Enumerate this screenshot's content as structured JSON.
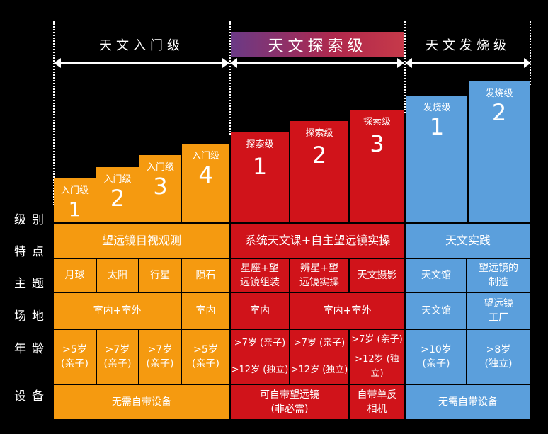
{
  "levels": {
    "beginner": "天文入门级",
    "explore": "天文探索级",
    "fever": "天文发烧级"
  },
  "steps": {
    "beginner": [
      {
        "label": "入门级",
        "num": "1"
      },
      {
        "label": "入门级",
        "num": "2"
      },
      {
        "label": "入门级",
        "num": "3"
      },
      {
        "label": "入门级",
        "num": "4"
      }
    ],
    "explore": [
      {
        "label": "探索级",
        "num": "1"
      },
      {
        "label": "探索级",
        "num": "2"
      },
      {
        "label": "探索级",
        "num": "3"
      }
    ],
    "fever": [
      {
        "label": "发烧级",
        "num": "1"
      },
      {
        "label": "发烧级",
        "num": "2"
      }
    ]
  },
  "row_labels": {
    "level": "级别",
    "feature": "特点",
    "theme": "主题",
    "venue": "场地",
    "age": "年龄",
    "equipment": "设备"
  },
  "feature": {
    "beginner": "望远镜目视观测",
    "explore": "系统天文课+自主望远镜实操",
    "fever": "天文实践"
  },
  "theme": {
    "b1": "月球",
    "b2": "太阳",
    "b3": "行星",
    "b4": "陨石",
    "e1": "星座+望\n远镜组装",
    "e2": "辨星+望\n远镜实操",
    "e3": "天文摄影",
    "f1": "天文馆",
    "f2": "望远镜的\n制造"
  },
  "venue": {
    "b123": "室内+室外",
    "b4": "室内",
    "e1": "室内",
    "e23": "室内+室外",
    "f1": "天文馆",
    "f2": "望远镜\n工厂"
  },
  "age": {
    "b1": ">5岁\n(亲子)",
    "b2": ">7岁\n(亲子)",
    "b3": ">7岁\n(亲子)",
    "b4": ">5岁\n(亲子)",
    "e_line1": ">7岁 (亲子)",
    "e_line2": ">12岁 (独立)",
    "f1": ">10岁\n(亲子)",
    "f2": ">8岁\n(独立)"
  },
  "equipment": {
    "beginner": "无需自带设备",
    "e12": "可自带望远镜\n(非必需)",
    "e3": "自带单反\n相机",
    "fever": "无需自带设备"
  },
  "colors": {
    "beginner": "#f59a10",
    "explore": "#d0131a",
    "fever": "#5b9fdc"
  }
}
